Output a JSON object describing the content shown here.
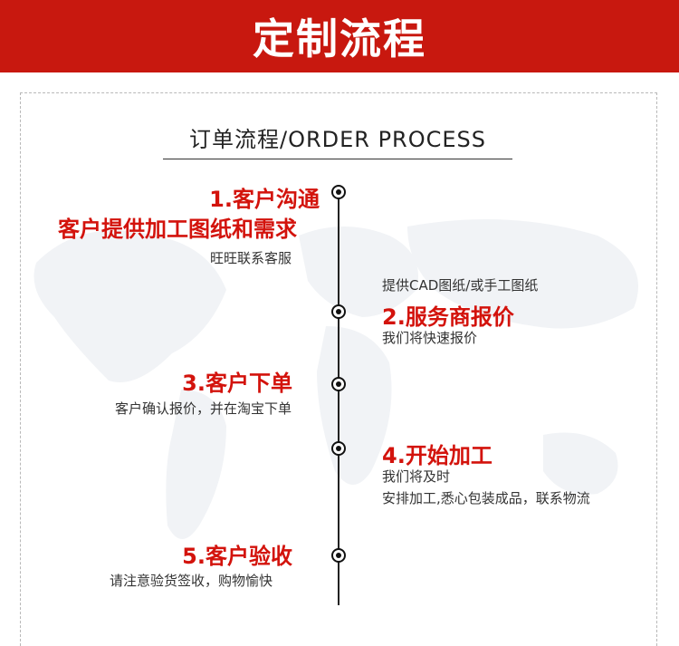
{
  "banner": {
    "title": "定制流程"
  },
  "subtitle": "订单流程/ORDER PROCESS",
  "steps": [
    {
      "title": "1.客户沟通",
      "title2": "客户提供加工图纸和需求",
      "desc": "旺旺联系客服"
    },
    {
      "pre": "提供CAD图纸/或手工图纸",
      "title": "2.服务商报价",
      "desc": "我们将快速报价"
    },
    {
      "title": "3.客户下单",
      "desc": "客户确认报价，并在淘宝下单"
    },
    {
      "title": "4.开始加工",
      "desc": "我们将及时",
      "desc2": "安排加工,悉心包装成品，联系物流"
    },
    {
      "title": "5.客户验收",
      "desc": "请注意验货签收，购物愉快"
    }
  ],
  "colors": {
    "banner": "#c8180f",
    "accent": "#d3130c",
    "text": "#333333"
  }
}
